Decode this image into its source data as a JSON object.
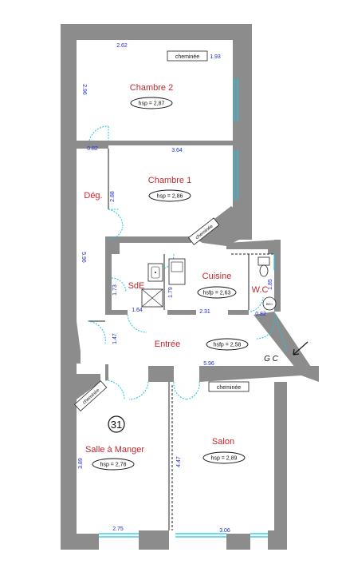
{
  "apartment_number": "31",
  "rooms": {
    "chambre2": {
      "name": "Chambre 2",
      "height": "hsp = 2,87",
      "width": "2.62",
      "depth": "2.96",
      "side": "1.93"
    },
    "chambre1": {
      "name": "Chambre 1",
      "height": "hsp = 2,86",
      "width": "3.64",
      "depth": "2.88"
    },
    "deg": {
      "name": "Dég.",
      "door_width": "0.82"
    },
    "sde": {
      "name": "SdE",
      "width": "1.64",
      "depth": "1.73"
    },
    "cuisine": {
      "name": "Cuisine",
      "height": "hsfp = 2,63",
      "width": "2.31",
      "depth": "1.79"
    },
    "wc": {
      "name": "W.C",
      "width": "0.82",
      "depth": "1.85"
    },
    "entree": {
      "name": "Entrée",
      "height": "hsfp = 2,58",
      "width": "5.96",
      "depth": "1.47"
    },
    "salle": {
      "name": "Salle à Manger",
      "height": "hsp = 2,78",
      "width": "2.75",
      "depth": "3.89"
    },
    "salon": {
      "name": "Salon",
      "height": "hsp = 2,89",
      "width": "3.06",
      "depth": "4.47"
    }
  },
  "corridor_length": "5.96",
  "cheminee": "cheminée",
  "ballon": "BEC",
  "meters": "G C"
}
